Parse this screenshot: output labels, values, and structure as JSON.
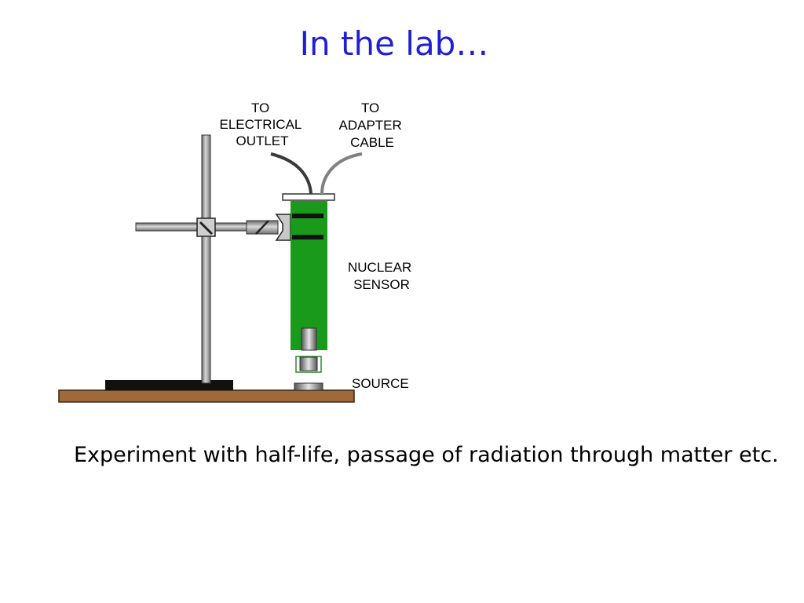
{
  "title": "In the lab…",
  "labels": {
    "outlet": [
      "TO",
      "ELECTRICAL",
      "OUTLET"
    ],
    "adapter": [
      "TO",
      "ADAPTER",
      "CABLE"
    ],
    "sensor": [
      "NUCLEAR",
      "SENSOR"
    ],
    "source": "SOURCE"
  },
  "caption": "Experiment with half-life, passage of radiation through matter etc.",
  "colors": {
    "title": "#1f1fd6",
    "sensor_body": "#1a9a1a",
    "bench": "#a0693a",
    "stand_base": "#111111",
    "rod": "#9a9a9a"
  }
}
